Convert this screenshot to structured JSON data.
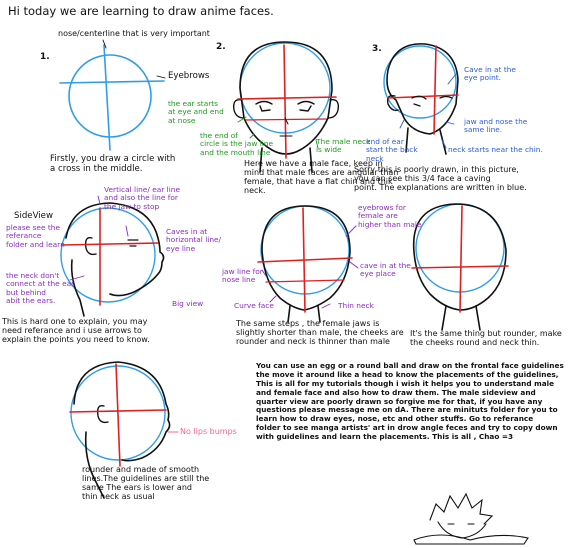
{
  "title": "Hi today we are learning to draw anime faces.",
  "step_numbers": [
    "1.",
    "2.",
    "3."
  ],
  "step1": {
    "label_top": "nose/centerline that is very important",
    "label_eyebrows": "Eyebrows",
    "caption": "Firstly, you draw a circle with\na cross in the middle."
  },
  "step2": {
    "note_ear": "the ear starts\nat eye and end\nat nose",
    "note_circle": "the end of\ncircle is the jaw line\nand the mouth line",
    "note_neck": "The male neck\nis wide",
    "caption": "Here we have a male face, keep in\nmind that male faces are angular than\nfemale, that have a flat chin and thik\nneck."
  },
  "step3": {
    "note_cave": "Cave in at the\neye point.",
    "note_jaw": "jaw and nose the\nsame line.",
    "note_start_neck": "end of ear\nstart the back\nneck",
    "note_neck_starts": "neck starts near the chin.",
    "caption": "Sorry this is poorly drawn, in this picture,\nyou can see this 3/4 face a caving\npoint. The explanations are written in blue."
  },
  "sideview": {
    "heading": "SideView",
    "note_reference": "please see the\nreferance\nfolder and learn",
    "note_vertical": "Vertical line/ ear line\nand also the line for\nthe jaw to stop",
    "note_cave": "Caves in at\nhorizontal line/\neye line",
    "note_neck": "the neck don't\nconnect at the ear\nbut behind\nabit the ears.",
    "note_bigview": "Big view",
    "caption": "This is hard one to explain, you may\nneed referance and i use arrows to\nexplain the points you need to know."
  },
  "female": {
    "note_eyebrows": "eyebrows for\nfemale are\nhigher than male",
    "note_cave": "cave in at the\neye place",
    "note_jaw": "jaw line for\nnose line",
    "note_curve": "Curve face",
    "note_neck": "Thin neck",
    "caption": "The same steps , the female jaws is\nslightly shorter than male, the cheeks are\nrounder and neck is thinner than male"
  },
  "rounder": {
    "caption": "It's the same thing but rounder, make\nthe cheeks round and neck thin."
  },
  "female_side": {
    "note_lips": "No lips bumps",
    "caption": "rounder and made of smooth\nlines.The guidelines are still the\nsame The ears is lower and\nthin neck as usual"
  },
  "closing": {
    "text": "You can use an egg or a round ball and draw on the frontal face guidelines\nthe move it around like a head to know the placements of the guidelines,\nThis is all for my tutorials though i wish it helps you to understand male\nand female face and also how to draw them. The male sideview and\nquarter view are poorly drawn so forgive me for that, if you have any\nquestions please message me on dA. There are minituts folder for you to\nlearn how to draw eyes, nose, etc and other stuffs. Go to referance\nfolder to see manga artists' art in drow angle feces and try to copy down\nwith guidelines and learn the placements. This is all , Chao =3"
  },
  "colors": {
    "guide_blue": "#2f9ee8",
    "guide_red": "#e02020",
    "ink": "#111111",
    "note_green": "#1e9b1e",
    "note_blue": "#2a5bd8",
    "note_purple": "#8a2cc2",
    "note_pink": "#ee6a8e"
  }
}
